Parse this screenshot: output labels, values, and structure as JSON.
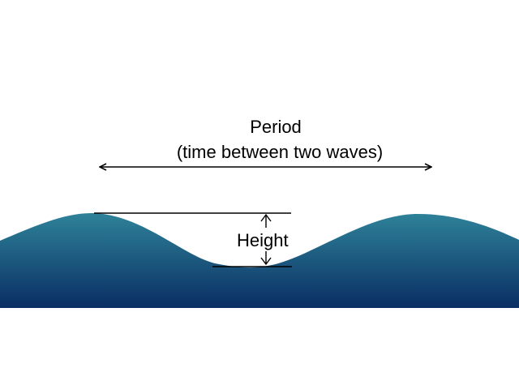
{
  "diagram": {
    "period_label": "Period",
    "period_description": "(time between two waves)",
    "height_label": "Height"
  },
  "colors": {
    "background": "#ffffff",
    "wave_top": "#2e8299",
    "wave_bottom": "#0a2e63",
    "line": "#000000"
  }
}
